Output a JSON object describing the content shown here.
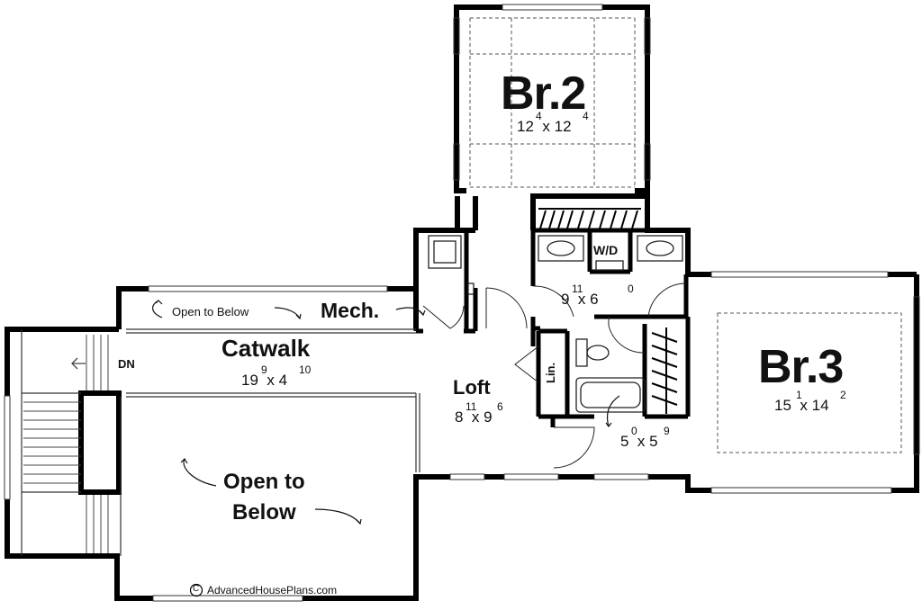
{
  "rooms": {
    "br2": {
      "name": "Br.2",
      "dim_w": "12",
      "dim_w_in": "4",
      "dim_x": "x",
      "dim_d": "12",
      "dim_d_in": "4"
    },
    "br3": {
      "name": "Br.3",
      "dim_w": "15",
      "dim_w_in": "1",
      "dim_x": "x",
      "dim_d": "14",
      "dim_d_in": "2"
    },
    "catwalk": {
      "name": "Catwalk",
      "dim_w": "19",
      "dim_w_in": "9",
      "dim_x": "x",
      "dim_d": "4",
      "dim_d_in": "10"
    },
    "loft": {
      "name": "Loft",
      "dim_w": "8",
      "dim_w_in": "11",
      "dim_x": "x",
      "dim_d": "9",
      "dim_d_in": "6"
    },
    "laundry_bath": {
      "dim_w": "9",
      "dim_w_in": "11",
      "dim_x": "x",
      "dim_d": "6",
      "dim_d_in": "0"
    },
    "bath": {
      "dim_w": "5",
      "dim_w_in": "0",
      "dim_x": "x",
      "dim_d": "5",
      "dim_d_in": "9"
    },
    "mech": {
      "name": "Mech."
    },
    "linen": {
      "name": "Lin."
    },
    "wd": {
      "name": "W/D"
    }
  },
  "labels": {
    "open_below_top": "Open to Below",
    "open_below_big_line1": "Open to",
    "open_below_big_line2": "Below",
    "stairs": "DN"
  },
  "footer": {
    "copyright_symbol": "C",
    "credit": "AdvancedHousePlans.com"
  }
}
